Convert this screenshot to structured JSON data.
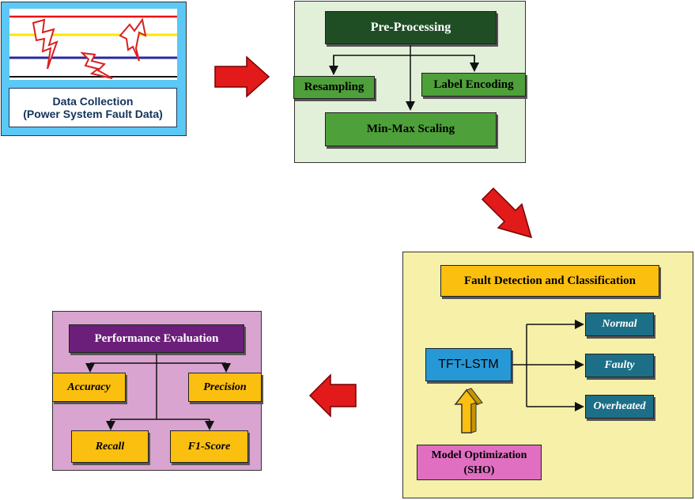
{
  "data_collection": {
    "title_line1": "Data Collection",
    "title_line2": "(Power System Fault Data)"
  },
  "preprocessing": {
    "title": "Pre-Processing",
    "resampling": "Resampling",
    "label_encoding": "Label Encoding",
    "minmax": "Min-Max Scaling"
  },
  "fault_detection": {
    "title": "Fault Detection and Classification",
    "model": "TFT-LSTM",
    "outputs": [
      "Normal",
      "Faulty",
      "Overheated"
    ],
    "optimization_line1": "Model Optimization",
    "optimization_line2": "(SHO)"
  },
  "performance": {
    "title": "Performance Evaluation",
    "metrics": [
      "Accuracy",
      "Precision",
      "Recall",
      "F1-Score"
    ]
  },
  "colors": {
    "data_panel": "#5bc8f5",
    "preprocess_panel": "#e2f0d9",
    "preprocess_title": "#1f4e25",
    "preprocess_box": "#4ea03a",
    "fault_panel": "#f6f0a8",
    "orange_box": "#fbbf10",
    "teal_box": "#1c6f86",
    "blue_box": "#2798d6",
    "pink_box": "#e06fc1",
    "performance_panel": "#d9a4cf",
    "performance_title": "#6c1f7a",
    "arrow_red": "#e21a1a"
  }
}
